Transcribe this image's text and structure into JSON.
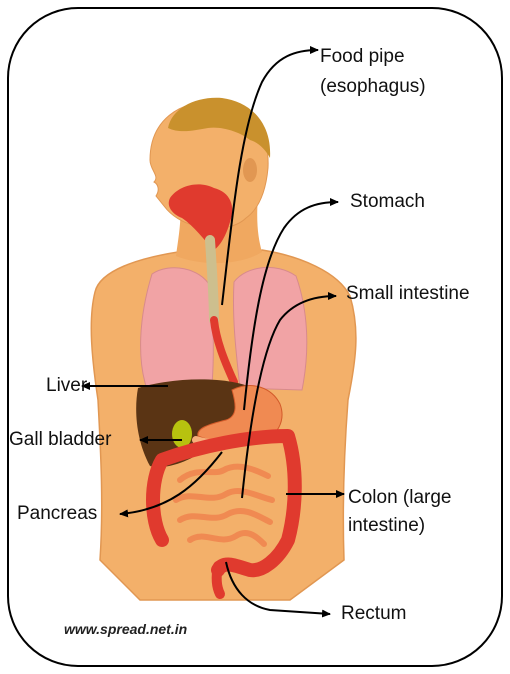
{
  "labels": {
    "food_pipe": "Food pipe\n(esophagus)",
    "stomach": "Stomach",
    "small_intestine": "Small intestine",
    "liver": "Liver",
    "gall_bladder": "Gall bladder",
    "pancreas": "Pancreas",
    "colon": "Colon (large\nintestine)",
    "rectum": "Rectum"
  },
  "credit": "www.spread.net.in",
  "colors": {
    "skin": "#f3b06a",
    "skin_shade": "#e19752",
    "hair": "#c9912d",
    "lungs": "#f1a3a5",
    "liver": "#5a3414",
    "gall_bladder": "#b7c20f",
    "organ_red": "#e03a2e",
    "intestine": "#f08a52",
    "esophagus": "#cdbf8e",
    "border": "#000000"
  }
}
